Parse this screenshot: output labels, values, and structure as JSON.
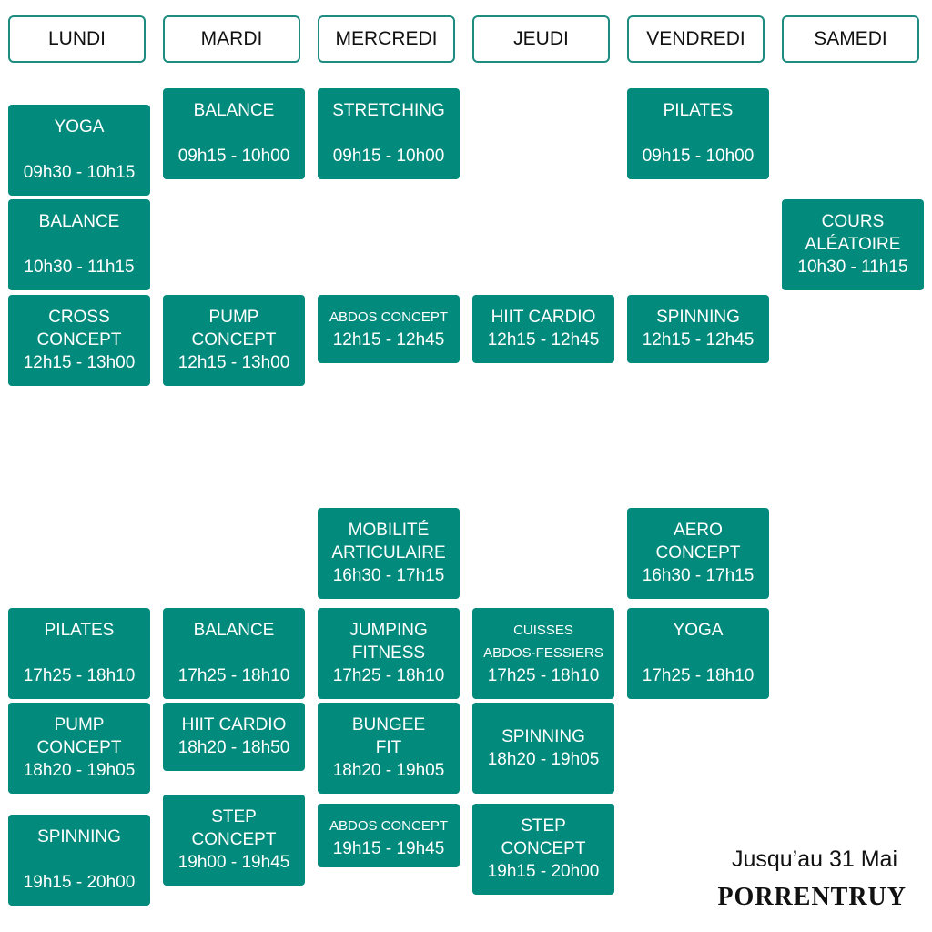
{
  "days": [
    "LUNDI",
    "MARDI",
    "MERCREDI",
    "JEUDI",
    "VENDREDI",
    "SAMEDI"
  ],
  "classes": [
    {
      "name": "YOGA",
      "time": "09h30 - 10h15"
    },
    {
      "name": "BALANCE",
      "time": "10h30 - 11h15"
    },
    {
      "name": "CROSS\nCONCEPT",
      "time": "12h15 - 13h00"
    },
    {
      "name": "PILATES",
      "time": "17h25 - 18h10"
    },
    {
      "name": "PUMP\nCONCEPT",
      "time": "18h20 - 19h05"
    },
    {
      "name": "SPINNING",
      "time": "19h15 - 20h00"
    },
    {
      "name": "BALANCE",
      "time": "09h15 - 10h00"
    },
    {
      "name": "PUMP\nCONCEPT",
      "time": "12h15 - 13h00"
    },
    {
      "name": "BALANCE",
      "time": "17h25 - 18h10"
    },
    {
      "name": "HIIT CARDIO",
      "time": "18h20 - 18h50"
    },
    {
      "name": "STEP\nCONCEPT",
      "time": "19h00 - 19h45"
    },
    {
      "name": "STRETCHING",
      "time": "09h15 - 10h00"
    },
    {
      "name": "ABDOS CONCEPT",
      "time": "12h15 - 12h45"
    },
    {
      "name": "MOBILITÉ\nARTICULAIRE",
      "time": "16h30 - 17h15"
    },
    {
      "name": "JUMPING\nFITNESS",
      "time": "17h25 - 18h10"
    },
    {
      "name": "BUNGEE\nFIT",
      "time": "18h20 - 19h05"
    },
    {
      "name": "ABDOS CONCEPT",
      "time": "19h15 - 19h45"
    },
    {
      "name": "HIIT CARDIO",
      "time": "12h15 - 12h45"
    },
    {
      "name": "CUISSES\nABDOS-FESSIERS",
      "time": "17h25 - 18h10"
    },
    {
      "name": "SPINNING",
      "time": "18h20 - 19h05"
    },
    {
      "name": "STEP\nCONCEPT",
      "time": "19h15 - 20h00"
    },
    {
      "name": "PILATES",
      "time": "09h15 - 10h00"
    },
    {
      "name": "SPINNING",
      "time": "12h15 - 12h45"
    },
    {
      "name": "AERO\nCONCEPT",
      "time": "16h30 - 17h15"
    },
    {
      "name": "YOGA",
      "time": "17h25 - 18h10"
    },
    {
      "name": "COURS\nALÉATOIRE",
      "time": "10h30 - 11h15"
    }
  ],
  "footer": {
    "date": "Jusqu’au 31 Mai",
    "city": "PORRENTRUY"
  }
}
